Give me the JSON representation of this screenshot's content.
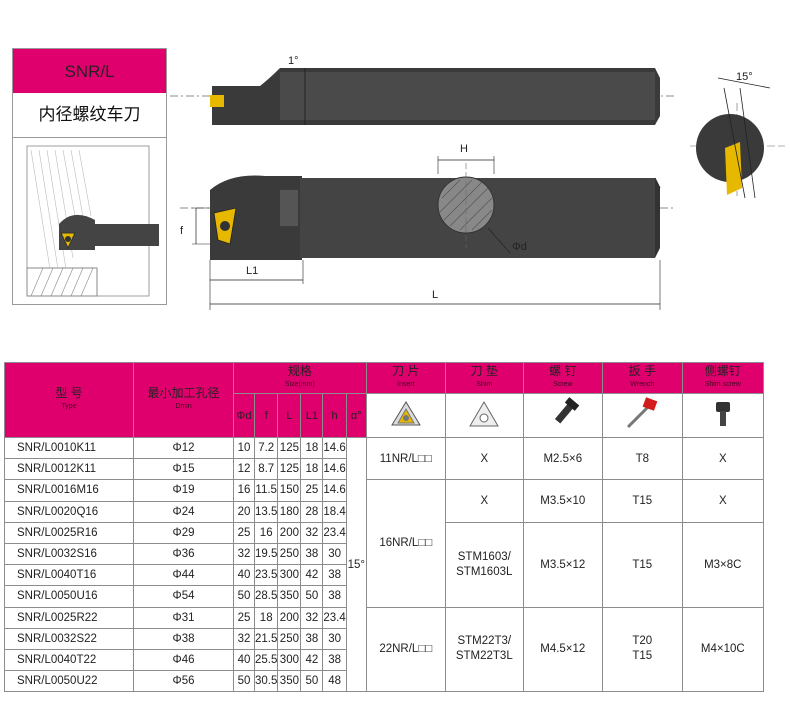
{
  "header": {
    "code": "SNR/L",
    "name": "内径螺纹车刀"
  },
  "drawing": {
    "angle_top": "1°",
    "angle_side": "15°",
    "dim_h": "H",
    "dim_f": "f",
    "dim_l1": "L1",
    "dim_l": "L",
    "dim_d": "Φd"
  },
  "icons": {
    "insert": "insert-icon",
    "shim": "shim-icon",
    "screw": "screw-icon",
    "wrench": "wrench-icon",
    "shim_screw": "shim-screw-icon"
  },
  "colors": {
    "accent": "#e0006d",
    "steel": "#3a3a3a",
    "insert": "#e6b800"
  },
  "table": {
    "headers": {
      "type_cn": "型 号",
      "type_en": "Type",
      "dmin_cn": "最小加工孔径",
      "dmin_en": "Dmin",
      "size_cn": "规格",
      "size_en": "Size(mm)",
      "insert_cn": "刀 片",
      "insert_en": "Insert",
      "shim_cn": "刀 垫",
      "shim_en": "Shim",
      "screw_cn": "螺 钉",
      "screw_en": "Screw",
      "wrench_cn": "扳 手",
      "wrench_en": "Wrench",
      "shimscrew_cn": "侧螺钉",
      "shimscrew_en": "Shim screw",
      "d": "Φd",
      "f": "f",
      "l": "L",
      "l1": "L1",
      "h": "h",
      "alpha": "α°"
    },
    "rows": [
      {
        "type": "SNR/L0010K11",
        "dmin": "Φ12",
        "d": "10",
        "f": "7.2",
        "l": "125",
        "l1": "18",
        "h": "14.6"
      },
      {
        "type": "SNR/L0012K11",
        "dmin": "Φ15",
        "d": "12",
        "f": "8.7",
        "l": "125",
        "l1": "18",
        "h": "14.6"
      },
      {
        "type": "SNR/L0016M16",
        "dmin": "Φ19",
        "d": "16",
        "f": "11.5",
        "l": "150",
        "l1": "25",
        "h": "14.6"
      },
      {
        "type": "SNR/L0020Q16",
        "dmin": "Φ24",
        "d": "20",
        "f": "13.5",
        "l": "180",
        "l1": "28",
        "h": "18.4"
      },
      {
        "type": "SNR/L0025R16",
        "dmin": "Φ29",
        "d": "25",
        "f": "16",
        "l": "200",
        "l1": "32",
        "h": "23.4"
      },
      {
        "type": "SNR/L0032S16",
        "dmin": "Φ36",
        "d": "32",
        "f": "19.5",
        "l": "250",
        "l1": "38",
        "h": "30"
      },
      {
        "type": "SNR/L0040T16",
        "dmin": "Φ44",
        "d": "40",
        "f": "23.5",
        "l": "300",
        "l1": "42",
        "h": "38"
      },
      {
        "type": "SNR/L0050U16",
        "dmin": "Φ54",
        "d": "50",
        "f": "28.5",
        "l": "350",
        "l1": "50",
        "h": "38"
      },
      {
        "type": "SNR/L0025R22",
        "dmin": "Φ31",
        "d": "25",
        "f": "18",
        "l": "200",
        "l1": "32",
        "h": "23.4"
      },
      {
        "type": "SNR/L0032S22",
        "dmin": "Φ38",
        "d": "32",
        "f": "21.5",
        "l": "250",
        "l1": "38",
        "h": "30"
      },
      {
        "type": "SNR/L0040T22",
        "dmin": "Φ46",
        "d": "40",
        "f": "25.5",
        "l": "300",
        "l1": "42",
        "h": "38"
      },
      {
        "type": "SNR/L0050U22",
        "dmin": "Φ56",
        "d": "50",
        "f": "30.5",
        "l": "350",
        "l1": "50",
        "h": "48"
      }
    ],
    "alpha": "15°",
    "groups": [
      {
        "insert": "11NR/L□□",
        "shim": "X",
        "screw": "M2.5×6",
        "wrench": "T8",
        "shim_screw": "X"
      },
      {
        "insert": "16NR/L□□",
        "shim_a": "X",
        "screw_a": "M3.5×10",
        "wrench_a": "T15",
        "shim_screw_a": "X",
        "shim_b1": "STM1603/",
        "shim_b2": "STM1603L",
        "screw_b": "M3.5×12",
        "wrench_b": "T15",
        "shim_screw_b": "M3×8C"
      },
      {
        "insert": "22NR/L□□",
        "shim1": "STM22T3/",
        "shim2": "STM22T3L",
        "screw": "M4.5×12",
        "wrench1": "T20",
        "wrench2": "T15",
        "shim_screw": "M4×10C"
      }
    ]
  }
}
